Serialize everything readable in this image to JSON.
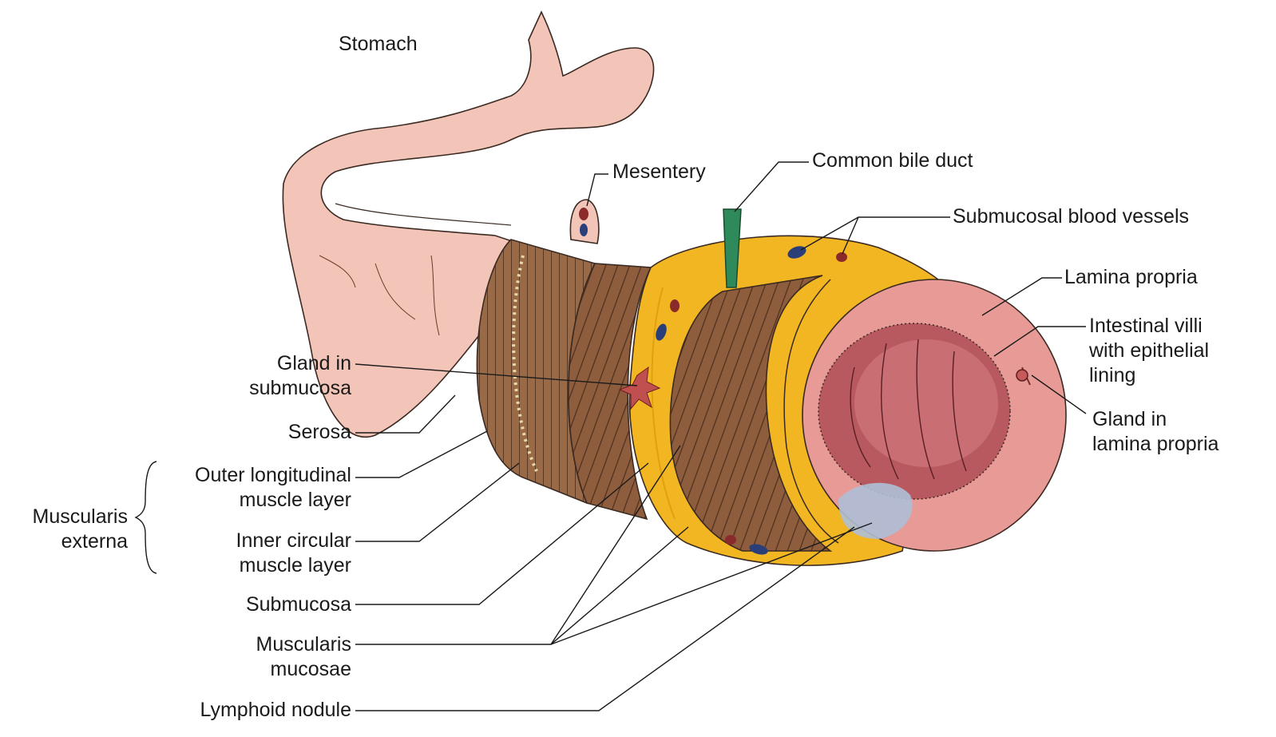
{
  "figure": {
    "labels": {
      "stomach": "Stomach",
      "mesentery": "Mesentery",
      "common_bile_duct": "Common bile duct",
      "submucosal_blood_vessels": "Submucosal blood vessels",
      "lamina_propria": "Lamina propria",
      "intestinal_villi_1": "Intestinal villi",
      "intestinal_villi_2": "with epithelial",
      "intestinal_villi_3": "lining",
      "gland_lamina_propria_1": "Gland in",
      "gland_lamina_propria_2": "lamina propria",
      "gland_submucosa_1": "Gland in",
      "gland_submucosa_2": "submucosa",
      "serosa": "Serosa",
      "outer_longitudinal_1": "Outer longitudinal",
      "outer_longitudinal_2": "muscle layer",
      "muscularis_externa_1": "Muscularis",
      "muscularis_externa_2": "externa",
      "inner_circular_1": "Inner circular",
      "inner_circular_2": "muscle layer",
      "submucosa": "Submucosa",
      "muscularis_mucosae_1": "Muscularis",
      "muscularis_mucosae_2": "mucosae",
      "lymphoid_nodule": "Lymphoid nodule"
    },
    "colors": {
      "serosa_pink": "#f3c4b8",
      "muscle_brown": "#8a5a3a",
      "submucosa_yellow": "#f2b622",
      "mucosa_pink": "#e79a96",
      "lumen_dark": "#b7595f",
      "bile_duct_green": "#2e8a5a",
      "lymphoid_blue": "#aebfd6"
    }
  }
}
